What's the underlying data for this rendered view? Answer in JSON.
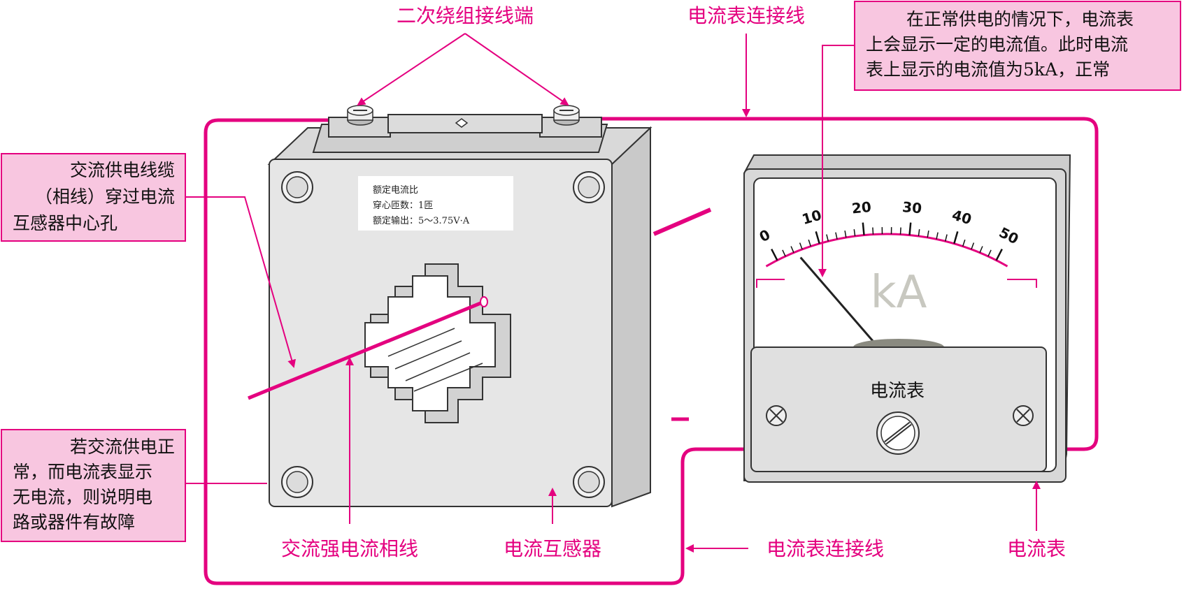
{
  "labels": {
    "secondary_terminal": "二次绕组接线端",
    "ammeter_wire_top": "电流表连接线",
    "ammeter_wire_bottom": "电流表连接线",
    "phase_wire": "交流强电流相线",
    "current_transformer": "电流互感器",
    "ammeter": "电流表"
  },
  "notes": {
    "top_right": [
      "在正常供电的情况下，电流表",
      "上会显示一定的电流值。此时电流",
      "表上显示的电流值为5kA，正常"
    ],
    "left_top": [
      "交流供电线缆",
      "（相线）穿过电流",
      "互感器中心孔"
    ],
    "left_bottom": [
      "若交流供电正",
      "常，而电流表显示",
      "无电流，则说明电",
      "路或器件有故障"
    ]
  },
  "nameplate": {
    "line1": "额定电流比",
    "line2": "穿心匝数：1匝",
    "line3": "额定输出：5～3.75V·A"
  },
  "meter": {
    "unit": "kA",
    "name": "电流表",
    "scale_min": 0,
    "scale_max": 50,
    "ticks": [
      "0",
      "10",
      "20",
      "30",
      "40",
      "50"
    ],
    "needle_value": 5
  },
  "colors": {
    "accent": "#e4007f",
    "note_fill": "#f8c6e0"
  }
}
